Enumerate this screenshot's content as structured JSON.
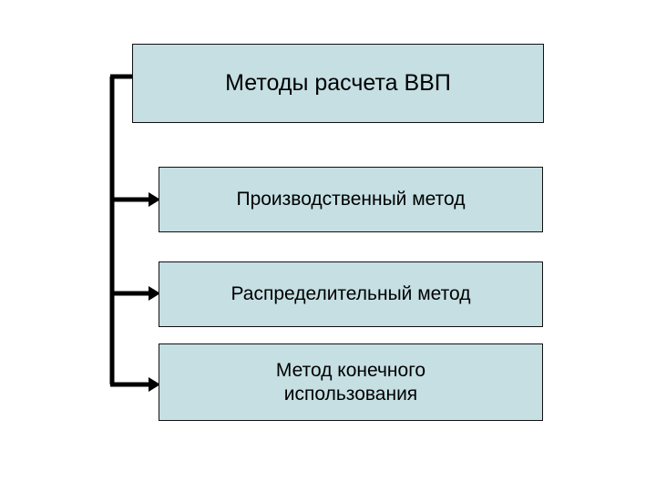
{
  "diagram": {
    "type": "tree-flowchart",
    "title_box": {
      "label": "Методы расчета ВВП"
    },
    "items": [
      {
        "label": "Производственный метод"
      },
      {
        "label": "Распределительный метод"
      },
      {
        "label": "Метод конечного\nиспользования"
      }
    ],
    "item3_line1": "Метод конечного",
    "item3_line2": "использования",
    "colors": {
      "box_fill": "#c5dfe3",
      "box_border": "#111111",
      "connector": "#000000",
      "background": "#ffffff",
      "text": "#000000"
    }
  }
}
